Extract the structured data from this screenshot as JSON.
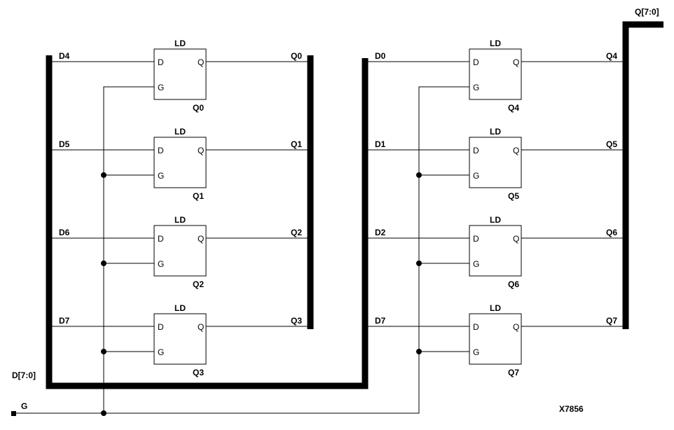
{
  "diagram": {
    "bus_in_label": "D[7:0]",
    "bus_out_label": "Q[7:0]",
    "gate_label": "G",
    "figure_id": "X7856",
    "latches": [
      {
        "type": "LD",
        "d_pin": "D",
        "g_pin": "G",
        "q_pin": "Q",
        "instance": "Q0",
        "in_net": "D4",
        "out_net": "Q0"
      },
      {
        "type": "LD",
        "d_pin": "D",
        "g_pin": "G",
        "q_pin": "Q",
        "instance": "Q1",
        "in_net": "D5",
        "out_net": "Q1"
      },
      {
        "type": "LD",
        "d_pin": "D",
        "g_pin": "G",
        "q_pin": "Q",
        "instance": "Q2",
        "in_net": "D6",
        "out_net": "Q2"
      },
      {
        "type": "LD",
        "d_pin": "D",
        "g_pin": "G",
        "q_pin": "Q",
        "instance": "Q3",
        "in_net": "D7",
        "out_net": "Q3"
      },
      {
        "type": "LD",
        "d_pin": "D",
        "g_pin": "G",
        "q_pin": "Q",
        "instance": "Q4",
        "in_net": "D0",
        "out_net": "Q4"
      },
      {
        "type": "LD",
        "d_pin": "D",
        "g_pin": "G",
        "q_pin": "Q",
        "instance": "Q5",
        "in_net": "D1",
        "out_net": "Q5"
      },
      {
        "type": "LD",
        "d_pin": "D",
        "g_pin": "G",
        "q_pin": "Q",
        "instance": "Q6",
        "in_net": "D2",
        "out_net": "Q6"
      },
      {
        "type": "LD",
        "d_pin": "D",
        "g_pin": "G",
        "q_pin": "Q",
        "instance": "Q7",
        "in_net": "D7",
        "out_net": "Q7"
      }
    ]
  }
}
